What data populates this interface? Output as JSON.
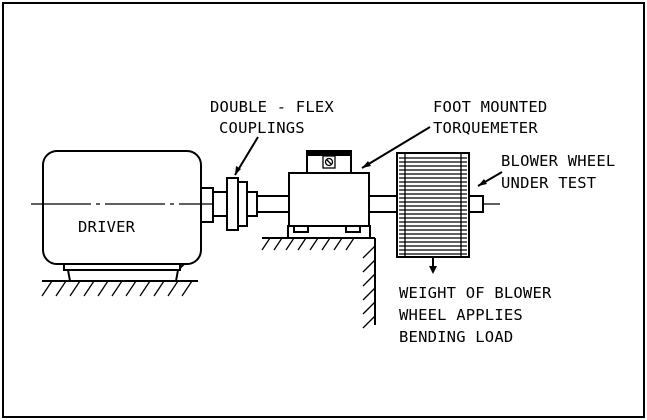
{
  "labels": {
    "couplings_line1": "DOUBLE - FLEX",
    "couplings_line2": "COUPLINGS",
    "torquemeter_line1": "FOOT MOUNTED",
    "torquemeter_line2": "TORQUEMETER",
    "blower_line1": "BLOWER WHEEL",
    "blower_line2": "UNDER TEST",
    "driver": "DRIVER",
    "weight_line1": "WEIGHT OF BLOWER",
    "weight_line2": "WHEEL APPLIES",
    "weight_line3": "BENDING LOAD"
  },
  "colors": {
    "line": "#000000",
    "background": "#ffffff"
  }
}
